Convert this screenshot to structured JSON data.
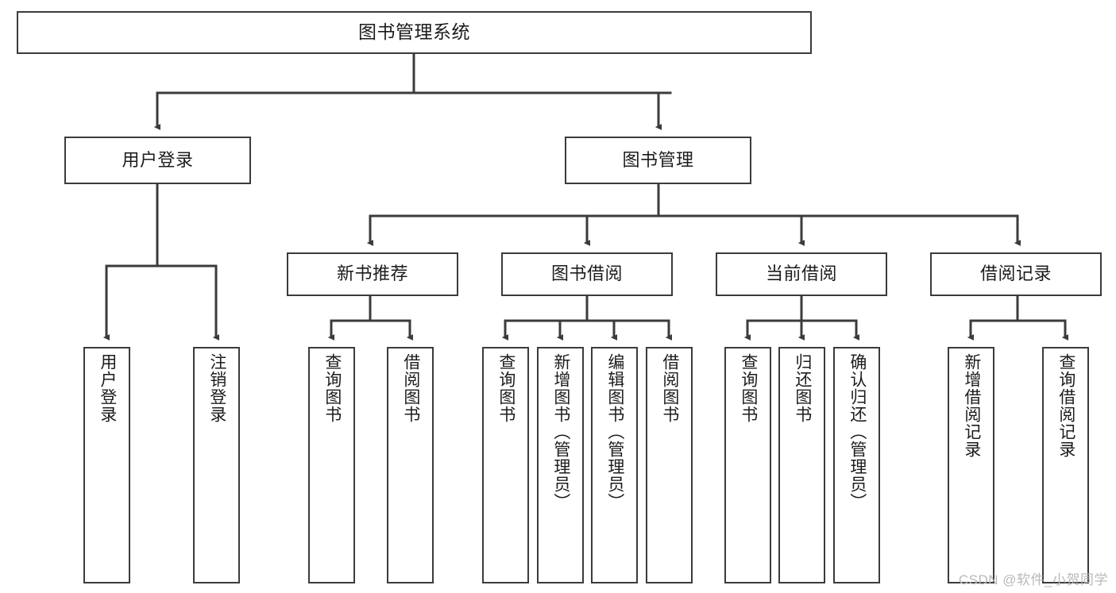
{
  "diagram": {
    "title": "图书管理系统",
    "type": "tree-hierarchy-functional-decomposition",
    "line_color": "#3b3b3b",
    "box_fill": "#ffffff",
    "text_color": "#1c1c1c",
    "watermark": "CSDN @软件_小贺同学",
    "nodes": {
      "root": {
        "label": "图书管理系统"
      },
      "level2": [
        {
          "label": "用户登录"
        },
        {
          "label": "图书管理"
        }
      ],
      "level3": [
        {
          "label": "新书推荐"
        },
        {
          "label": "图书借阅"
        },
        {
          "label": "当前借阅"
        },
        {
          "label": "借阅记录"
        }
      ],
      "leaves_user_login": [
        {
          "label": "用户登录"
        },
        {
          "label": "注销登录"
        }
      ],
      "leaves_new_book": [
        {
          "label": "查询图书"
        },
        {
          "label": "借阅图书"
        }
      ],
      "leaves_borrow": [
        {
          "label": "查询图书"
        },
        {
          "label": "新增图书（管理员）"
        },
        {
          "label": "编辑图书（管理员）"
        },
        {
          "label": "借阅图书"
        }
      ],
      "leaves_current": [
        {
          "label": "查询图书"
        },
        {
          "label": "归还图书"
        },
        {
          "label": "确认归还（管理员）"
        }
      ],
      "leaves_records": [
        {
          "label": "新增借阅记录"
        },
        {
          "label": "查询借阅记录"
        }
      ]
    }
  }
}
